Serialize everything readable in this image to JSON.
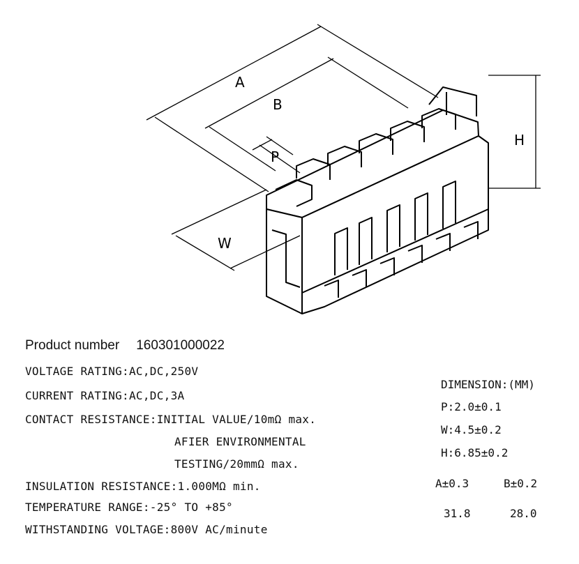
{
  "drawing": {
    "labels": {
      "a": "A",
      "b": "B",
      "p": "P",
      "w": "W",
      "h": "H"
    }
  },
  "product": {
    "label": "Product number",
    "number": "160301000022"
  },
  "specs": {
    "voltage": "VOLTAGE RATING:AC,DC,250V",
    "current": "CURRENT RATING:AC,DC,3A",
    "contact": "CONTACT RESISTANCE:INITIAL VALUE/10mΩ max.",
    "contact_after": "AFIER ENVIRONMENTAL",
    "contact_testing": "TESTING/20mmΩ max.",
    "insulation": "INSULATION RESISTANCE:1.000MΩ min.",
    "temperature": "TEMPERATURE RANGE:-25° TO +85°",
    "withstanding": "WITHSTANDING VOLTAGE:800V AC/minute"
  },
  "dimensions": {
    "title": "DIMENSION:(MM)",
    "p": "P:2.0±0.1",
    "w": "W:4.5±0.2",
    "h": "H:6.85±0.2",
    "a_header": "A±0.3",
    "b_header": "B±0.2",
    "a_value": "31.8",
    "b_value": "28.0"
  }
}
